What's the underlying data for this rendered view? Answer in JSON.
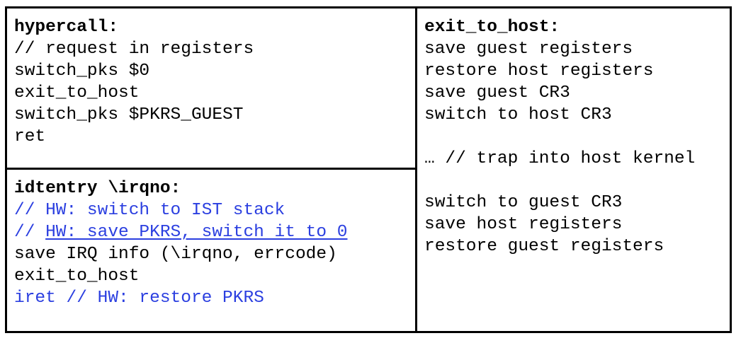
{
  "figure": {
    "colors": {
      "border": "#000000",
      "text": "#000000",
      "comment_blue": "#2b3fe0",
      "background": "#ffffff"
    }
  },
  "panels": {
    "hypercall": {
      "title": "hypercall:",
      "lines": [
        {
          "text": "// request in registers",
          "style": "plain"
        },
        {
          "text": "switch_pks $0",
          "style": "plain"
        },
        {
          "text": "exit_to_host",
          "style": "plain"
        },
        {
          "text": "switch_pks $PKRS_GUEST",
          "style": "plain"
        },
        {
          "text": "ret",
          "style": "plain"
        }
      ]
    },
    "idtentry": {
      "title": "idtentry \\irqno:",
      "lines": [
        {
          "text": "// HW: switch to IST stack",
          "style": "blue"
        },
        {
          "prefix": "// ",
          "underlined": "HW: save PKRS, switch it to 0",
          "style": "blue-underline"
        },
        {
          "text": "save IRQ info (\\irqno, errcode)",
          "style": "plain"
        },
        {
          "text": "exit_to_host",
          "style": "plain"
        },
        {
          "text": "iret // HW: restore PKRS",
          "style": "blue"
        }
      ]
    },
    "exit_to_host": {
      "title": "exit_to_host:",
      "lines": [
        {
          "text": "save guest registers",
          "style": "plain"
        },
        {
          "text": "restore host registers",
          "style": "plain"
        },
        {
          "text": "save guest CR3",
          "style": "plain"
        },
        {
          "text": "switch to host CR3",
          "style": "plain"
        },
        {
          "text": "",
          "style": "blank"
        },
        {
          "text": "… // trap into host kernel",
          "style": "plain"
        },
        {
          "text": "",
          "style": "blank"
        },
        {
          "text": "switch to guest CR3",
          "style": "plain"
        },
        {
          "text": "save host registers",
          "style": "plain"
        },
        {
          "text": "restore guest registers",
          "style": "plain"
        }
      ]
    }
  }
}
